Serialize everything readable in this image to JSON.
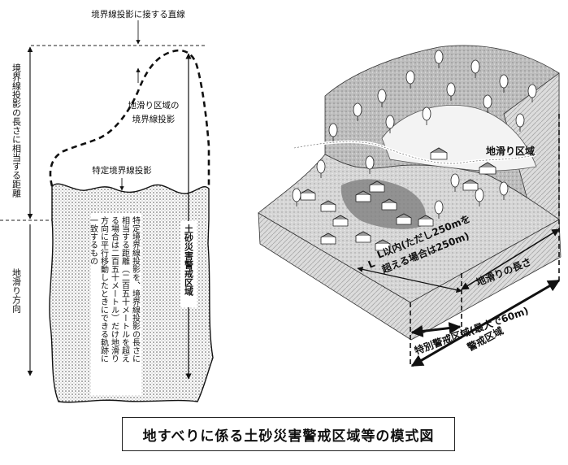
{
  "left_diagram": {
    "top_line_label": "境界線投影に接する直線",
    "distance_label": "境界線投影の長さに相当する距離",
    "direction_label": "地滑り方向",
    "landslide_boundary_label_line1": "地滑り区域の",
    "landslide_boundary_label_line2": "境界線投影",
    "specific_boundary_label": "特定境界線投影",
    "warning_zone_label": "土砂災害警戒区域",
    "explanation_lines": [
      "特定境界線投影を、境界線投影の長さに",
      "相当する距離（二百五十メートルを超え",
      "る場合は二百五十メートル）だけ地滑り",
      "方向に平行移動したときにできる軌跡に",
      "一致するもの"
    ]
  },
  "right_diagram": {
    "landslide_area_label": "地滑り区域",
    "length_label": "地滑りの長さ",
    "limit_label_line1": "L以内(ただし250mを",
    "limit_label_line2": "超える場合は250m)",
    "special_zone_label": "特別警戒区域(最大で60m)",
    "warning_zone_label": "警戒区域",
    "L_label": "L"
  },
  "caption": "地すべりに係る土砂災害警戒区域等の模式図"
}
